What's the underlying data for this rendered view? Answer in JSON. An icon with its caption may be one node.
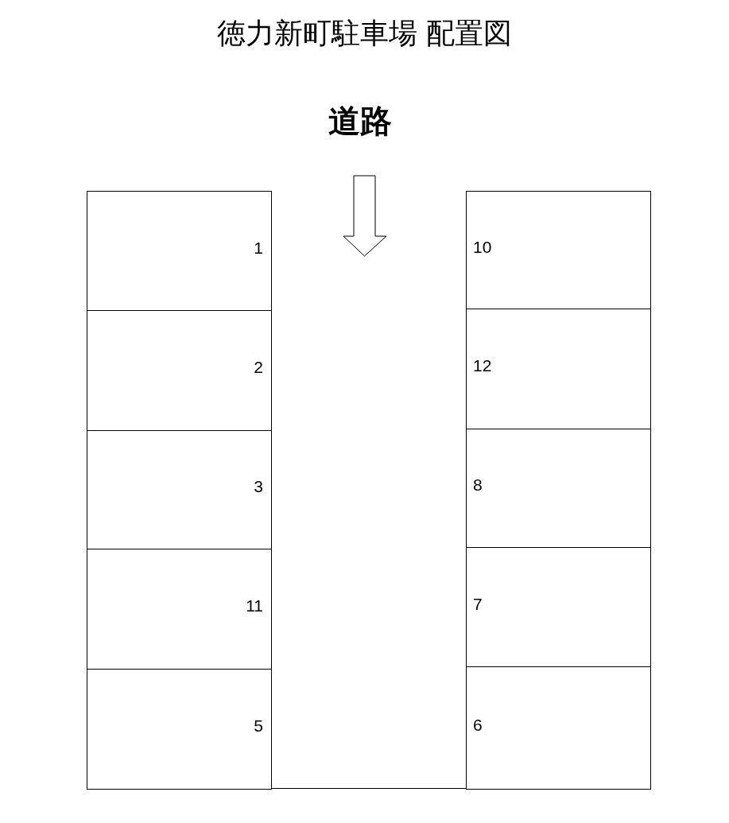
{
  "diagram": {
    "title": "徳力新町駐車場 配置図",
    "nodes": [
      {
        "text": [
          "1"
        ]
      },
      {
        "text": [
          "2"
        ]
      },
      {
        "text": [
          "3"
        ]
      },
      {
        "text": [
          "11"
        ]
      },
      {
        "text": [
          "5"
        ]
      },
      {
        "text": [
          "10"
        ]
      },
      {
        "text": [
          "12"
        ]
      },
      {
        "text": [
          "8"
        ]
      },
      {
        "text": [
          "7"
        ]
      },
      {
        "text": [
          "6"
        ]
      }
    ],
    "labels": [
      "道路"
    ]
  }
}
